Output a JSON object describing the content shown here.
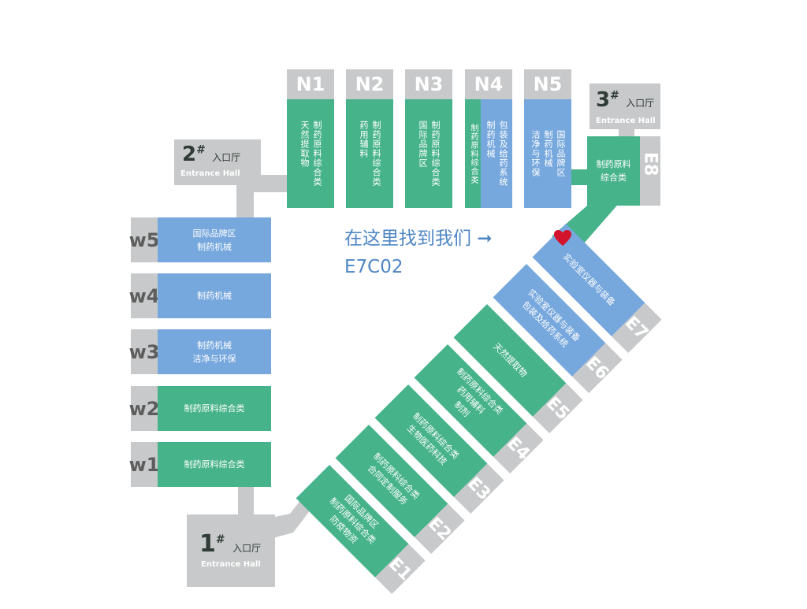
{
  "entrance_halls": {
    "hall1": {
      "num": "1",
      "mark": "#",
      "cn": "入口厅",
      "en": "Entrance Hall"
    },
    "hall2": {
      "num": "2",
      "mark": "#",
      "cn": "入口厅",
      "en": "Entrance Hall"
    },
    "hall3": {
      "num": "3",
      "mark": "#",
      "cn": "入口厅",
      "en": "Entrance Hall"
    }
  },
  "north": [
    {
      "id": "N1",
      "lines": [
        "制药原料综合类",
        "天然提取物"
      ]
    },
    {
      "id": "N2",
      "lines": [
        "制药原料综合类",
        "药用辅料"
      ]
    },
    {
      "id": "N3",
      "lines": [
        "制药原料综合类",
        "国际品牌区"
      ]
    },
    {
      "id": "N4",
      "left": [
        "制药原料综合类"
      ],
      "right": [
        "包装及给药系统",
        "制药机械"
      ]
    },
    {
      "id": "N5",
      "lines": [
        "国际品牌区",
        "制药机械",
        "洁净与环保"
      ]
    }
  ],
  "west": [
    {
      "id": "w5",
      "lines": [
        "国际品牌区",
        "制药机械"
      ],
      "color": "#76a7dd"
    },
    {
      "id": "w4",
      "lines": [
        "制药机械"
      ],
      "color": "#76a7dd"
    },
    {
      "id": "w3",
      "lines": [
        "制药机械",
        "洁净与环保"
      ],
      "color": "#76a7dd"
    },
    {
      "id": "w2",
      "lines": [
        "制药原料综合类"
      ],
      "color": "#47b38b"
    },
    {
      "id": "w1",
      "lines": [
        "制药原料综合类"
      ],
      "color": "#47b38b"
    }
  ],
  "east": [
    {
      "id": "E1",
      "lines": [
        "国际品牌区",
        "制药原料综合类",
        "防疫物资"
      ],
      "color": "#47b38b"
    },
    {
      "id": "E2",
      "lines": [
        "制药原料综合类",
        "合同定制服务"
      ],
      "color": "#47b38b"
    },
    {
      "id": "E3",
      "lines": [
        "制药原料综合类",
        "生物医药科技"
      ],
      "color": "#47b38b"
    },
    {
      "id": "E4",
      "lines": [
        "制药原料综合类",
        "药用辅料",
        "制剂"
      ],
      "color": "#47b38b"
    },
    {
      "id": "E5",
      "lines": [
        "天然提取物"
      ],
      "color": "#47b38b"
    },
    {
      "id": "E6",
      "lines": [
        "实验室仪器与装备",
        "包装及给药系统"
      ],
      "color": "#76a7dd"
    },
    {
      "id": "E7",
      "lines": [
        "实验室仪器与装备"
      ],
      "color": "#76a7dd"
    }
  ],
  "e8": {
    "id": "E8",
    "lines": [
      "制药原料",
      "综合类"
    ]
  },
  "callout": {
    "text": "在这里找到我们",
    "arrow": "➞",
    "booth": "E7C02"
  },
  "colors": {
    "green": "#47b38b",
    "blue": "#76a7dd",
    "gray": "#c8c9ca",
    "marker": "#d3122b"
  }
}
